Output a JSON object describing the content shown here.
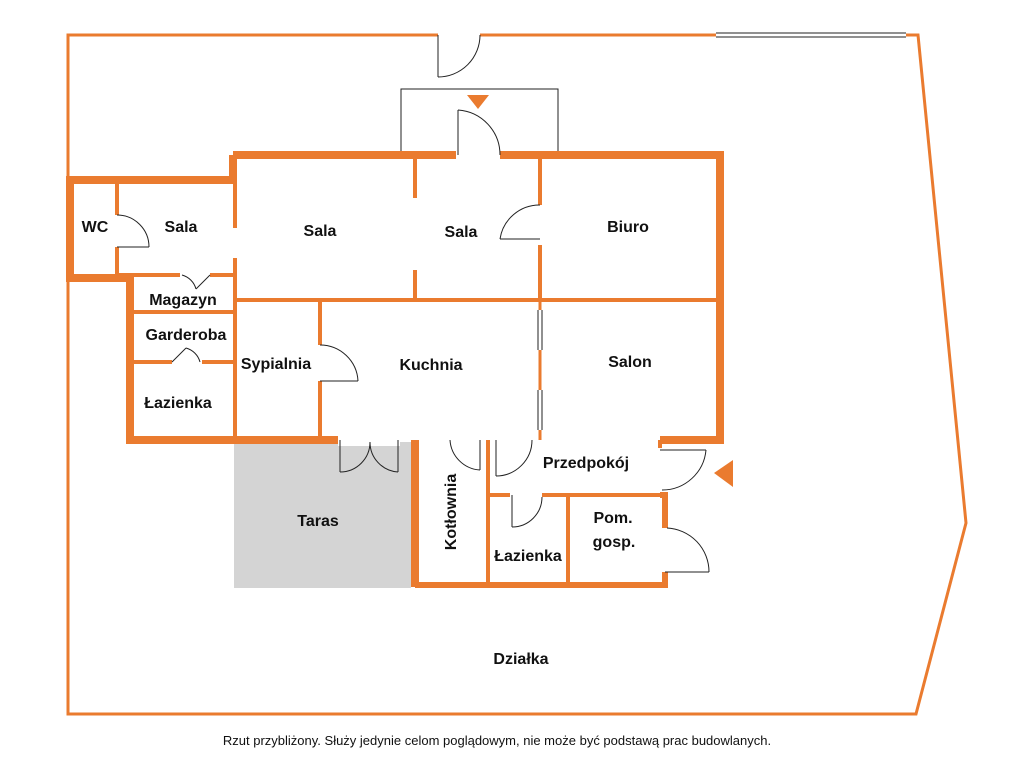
{
  "rooms": {
    "wc": "WC",
    "sala_small": "Sala",
    "sala_middle": "Sala",
    "sala_right": "Sala",
    "biuro": "Biuro",
    "magazyn": "Magazyn",
    "garderoba": "Garderoba",
    "lazienka_left": "Łazienka",
    "sypialnia": "Sypialnia",
    "kuchnia": "Kuchnia",
    "salon": "Salon",
    "taras": "Taras",
    "kotlownia": "Kotłownia",
    "przedpokoj": "Przedpokój",
    "lazienka_right": "Łazienka",
    "pom_gosp_line1": "Pom.",
    "pom_gosp_line2": "gosp.",
    "dzialka": "Działka"
  },
  "footer_note": "Rzut przybliżony. Służy jedynie celom poglądowym, nie może być podstawą prac budowlanych.",
  "colors": {
    "wall": "#ea7b2f",
    "terrace": "#d4d4d4",
    "line": "#222222"
  },
  "icons": {
    "entrance_marker_top": "entrance-triangle-down",
    "entrance_marker_right": "entrance-triangle-left"
  }
}
